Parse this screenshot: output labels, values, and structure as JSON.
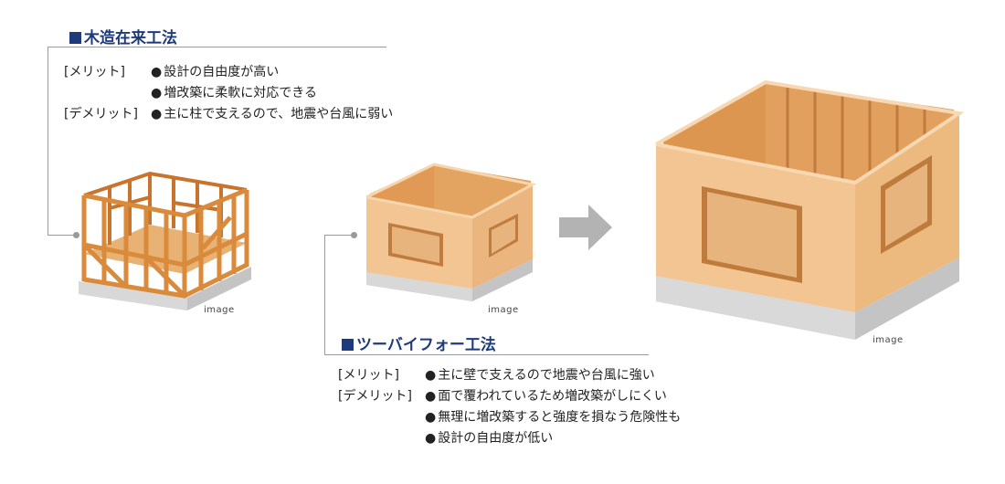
{
  "wood": {
    "title": "木造在来工法",
    "rows": [
      {
        "label": "[メリット]",
        "text": "設計の自由度が高い"
      },
      {
        "label": "",
        "text": "増改築に柔軟に対応できる"
      },
      {
        "label": "[デメリット]",
        "text": "主に柱で支えるので、地震や台風に弱い"
      }
    ],
    "caption": "image"
  },
  "twobyfour": {
    "title": "ツーバイフォー工法",
    "rows": [
      {
        "label": "[メリット]",
        "text": "主に壁で支えるので地震や台風に強い"
      },
      {
        "label": "[デメリット]",
        "text": "面で覆われているため増改築がしにくい"
      },
      {
        "label": "",
        "text": "無理に増改築すると強度を損なう危険性も"
      },
      {
        "label": "",
        "text": "設計の自由度が低い"
      }
    ],
    "caption_small": "image",
    "caption_large": "image"
  },
  "colors": {
    "heading": "#1e3a7b",
    "timber": "#d98a3a",
    "panel": "#f2c28f",
    "foundation": "#b8b8b8",
    "arrow": "#b3b3b3"
  },
  "icons": {
    "arrow": "right-arrow-icon",
    "bullet": "●"
  }
}
